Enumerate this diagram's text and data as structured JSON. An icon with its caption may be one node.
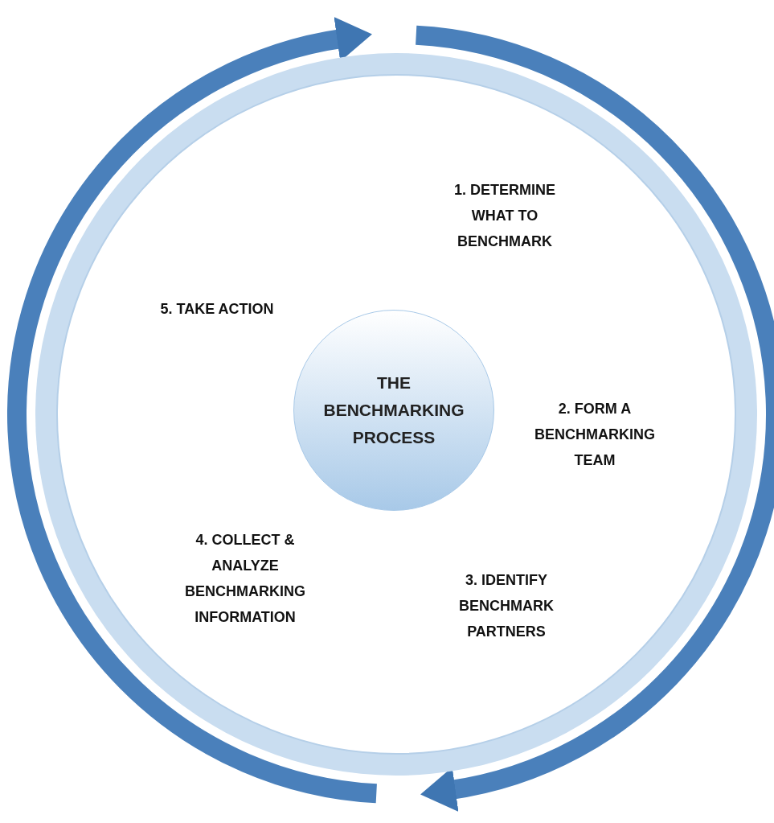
{
  "diagram": {
    "nodes": [
      {
        "text": [],
        "shape": "circle"
      },
      {
        "text": [
          "THE BENCHMARKING PROCESS"
        ],
        "in": 0
      },
      {
        "text": [
          "1. DETERMINE WHAT TO BENCHMARK"
        ],
        "in": 0
      },
      {
        "text": [
          "2. FORM A BENCHMARKING TEAM"
        ],
        "in": 0
      },
      {
        "text": [
          "3. IDENTIFY BENCHMARK PARTNERS"
        ],
        "in": 0
      },
      {
        "text": [
          "4. COLLECT & ANALYZE BENCHMARKING INFORMATION"
        ],
        "in": 0
      },
      {
        "text": [
          "5. TAKE ACTION"
        ],
        "in": 0
      }
    ],
    "edges": []
  }
}
